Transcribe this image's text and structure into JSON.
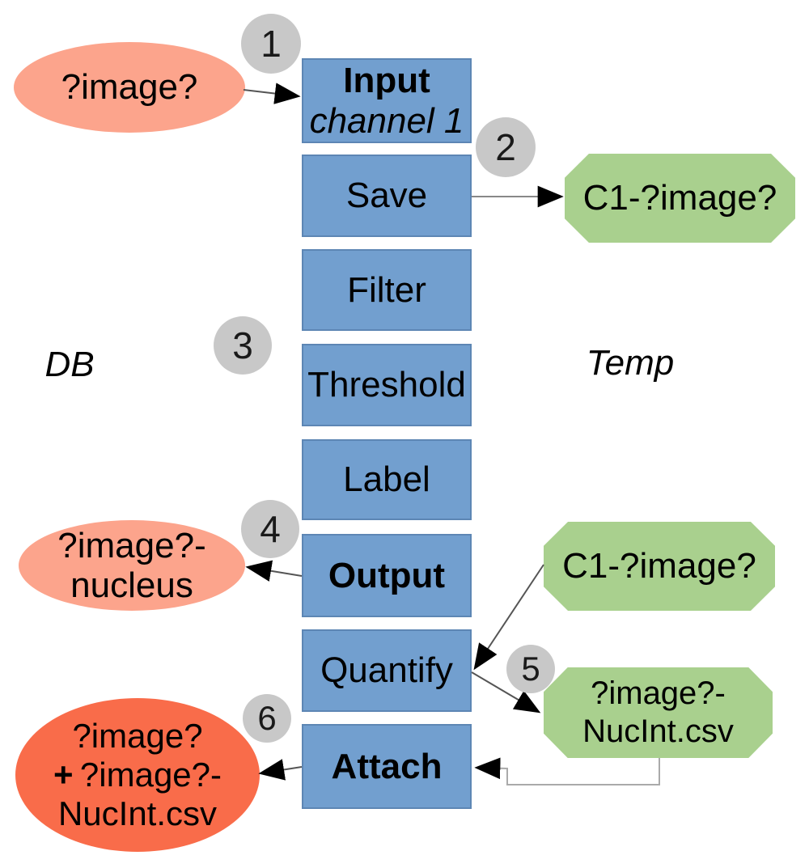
{
  "zone_labels": {
    "db": "DB",
    "temp": "Temp"
  },
  "steps": [
    {
      "label": "Input",
      "sublabel": "channel 1"
    },
    {
      "label": "Save"
    },
    {
      "label": "Filter"
    },
    {
      "label": "Threshold"
    },
    {
      "label": "Label"
    },
    {
      "label": "Output"
    },
    {
      "label": "Quantify"
    },
    {
      "label": "Attach"
    }
  ],
  "badges": [
    "1",
    "2",
    "3",
    "4",
    "5",
    "6"
  ],
  "db_nodes": {
    "input_image": {
      "line1": "?image?"
    },
    "nucleus_output": {
      "line1": "?image?-",
      "line2": "nucleus"
    },
    "attach_result": {
      "line1": "?image?",
      "line2_bold": "+",
      "line2": "?image?-",
      "line3": "NucInt.csv"
    }
  },
  "temp_nodes": {
    "c1_image_top": {
      "line1": "C1-?image?"
    },
    "c1_image_mid": {
      "line1": "C1-?image?"
    },
    "nucint_csv": {
      "line1": "?image?-",
      "line2": "NucInt.csv"
    }
  },
  "colors": {
    "process_box": "#729fcf",
    "db_node": "#fca48c",
    "db_result_node": "#f96c4a",
    "temp_node": "#a9d08e",
    "badge": "#c8c8c8"
  }
}
